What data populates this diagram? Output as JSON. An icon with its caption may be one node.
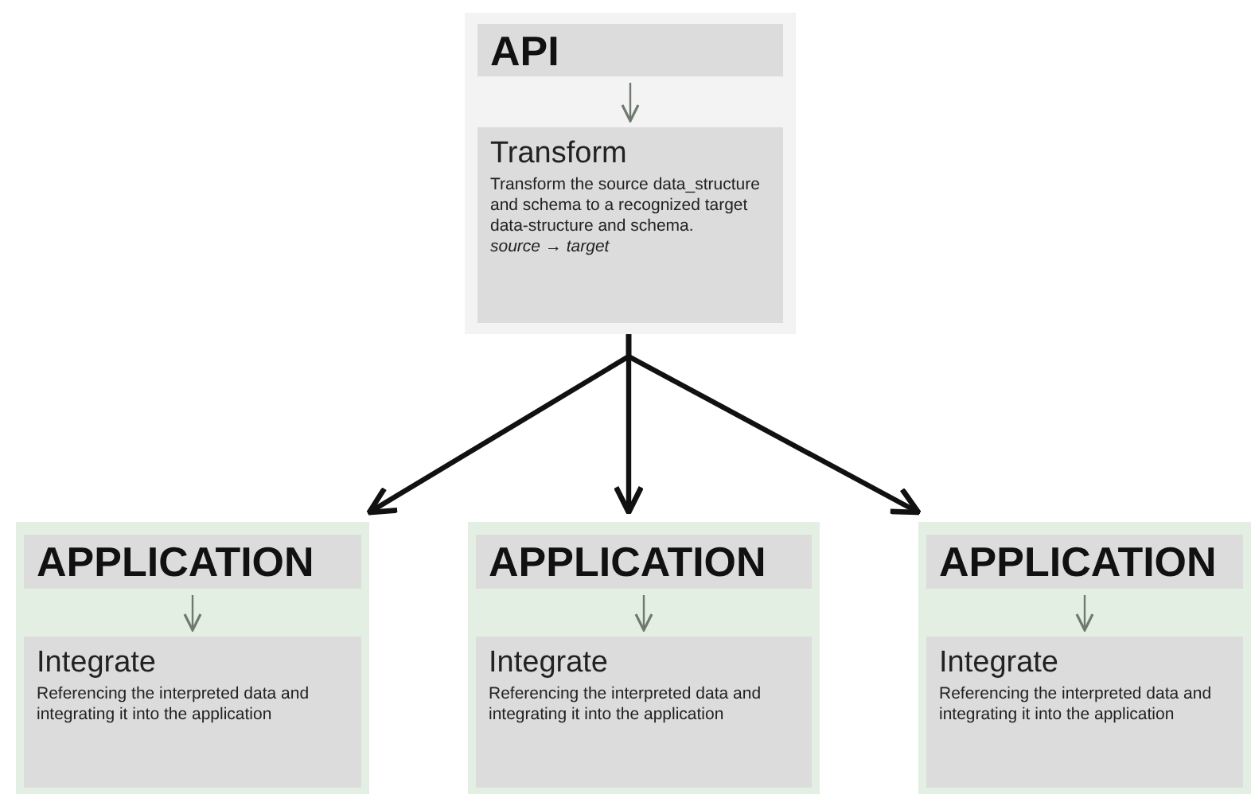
{
  "diagram": {
    "nodes": [
      {
        "text": [],
        "shape": "box"
      },
      {
        "text": [
          "API"
        ],
        "in": 0
      },
      {
        "text": [
          "Transform",
          "Transform the source data_structure and schema to a recognized target data-structure and schema.",
          "source → target"
        ],
        "in": 0
      },
      {
        "text": [],
        "shape": "box"
      },
      {
        "text": [
          "APPLICATION"
        ],
        "in": 3
      },
      {
        "text": [
          "Integrate",
          "Referencing the interpreted data and integrating it into the application"
        ],
        "in": 3
      },
      {
        "text": [],
        "shape": "box"
      },
      {
        "text": [
          "APPLICATION"
        ],
        "in": 6
      },
      {
        "text": [
          "Integrate",
          "Referencing the interpreted data and integrating it into the application"
        ],
        "in": 6
      },
      {
        "text": [],
        "shape": "box"
      },
      {
        "text": [
          "APPLICATION"
        ],
        "in": 9
      },
      {
        "text": [
          "Integrate",
          "Referencing the interpreted data and integrating it into the application"
        ],
        "in": 9
      }
    ],
    "edges": [
      {
        "from": 1,
        "to": 2,
        "arrow": "to"
      },
      {
        "from": 0,
        "to": 3,
        "arrow": "to",
        "style": "thick",
        "color": "#111111"
      },
      {
        "from": 0,
        "to": 6,
        "arrow": "to",
        "style": "thick",
        "color": "#111111"
      },
      {
        "from": 0,
        "to": 9,
        "arrow": "to",
        "style": "thick",
        "color": "#111111"
      },
      {
        "from": 4,
        "to": 5,
        "arrow": "to"
      },
      {
        "from": 7,
        "to": 8,
        "arrow": "to"
      },
      {
        "from": 10,
        "to": 11,
        "arrow": "to"
      }
    ]
  }
}
